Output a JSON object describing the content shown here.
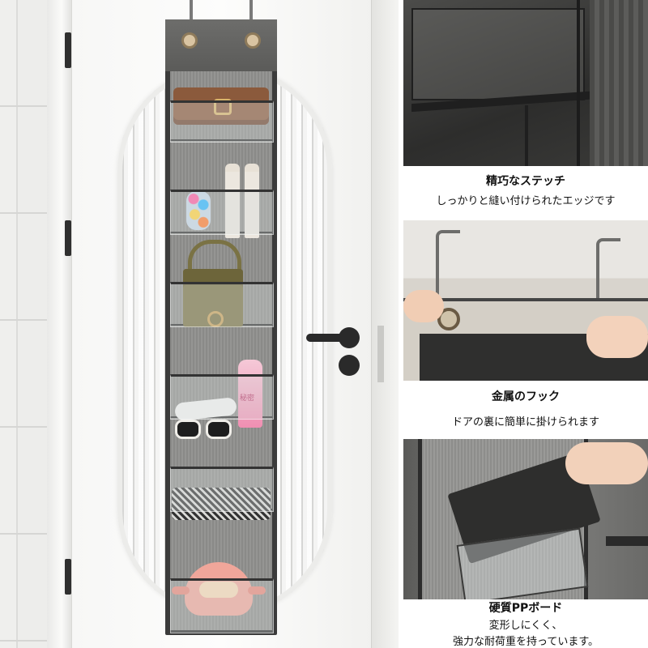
{
  "features": [
    {
      "title": "精巧なステッチ",
      "desc": "しっかりと縫い付けられたエッジです"
    },
    {
      "title": "金属のフック",
      "desc": "ドアの裏に簡単に掛けられます"
    },
    {
      "title": "硬質PPボード",
      "desc_line1": "変形しにくく、",
      "desc_line2": "強力な耐荷重を持っています。"
    }
  ],
  "bottle_label": "秘密",
  "colors": {
    "organizer": "#5f5f5d",
    "bag_brown": "#8b5a3c",
    "bag_olive": "#7a7244",
    "door": "#fafaf9"
  }
}
